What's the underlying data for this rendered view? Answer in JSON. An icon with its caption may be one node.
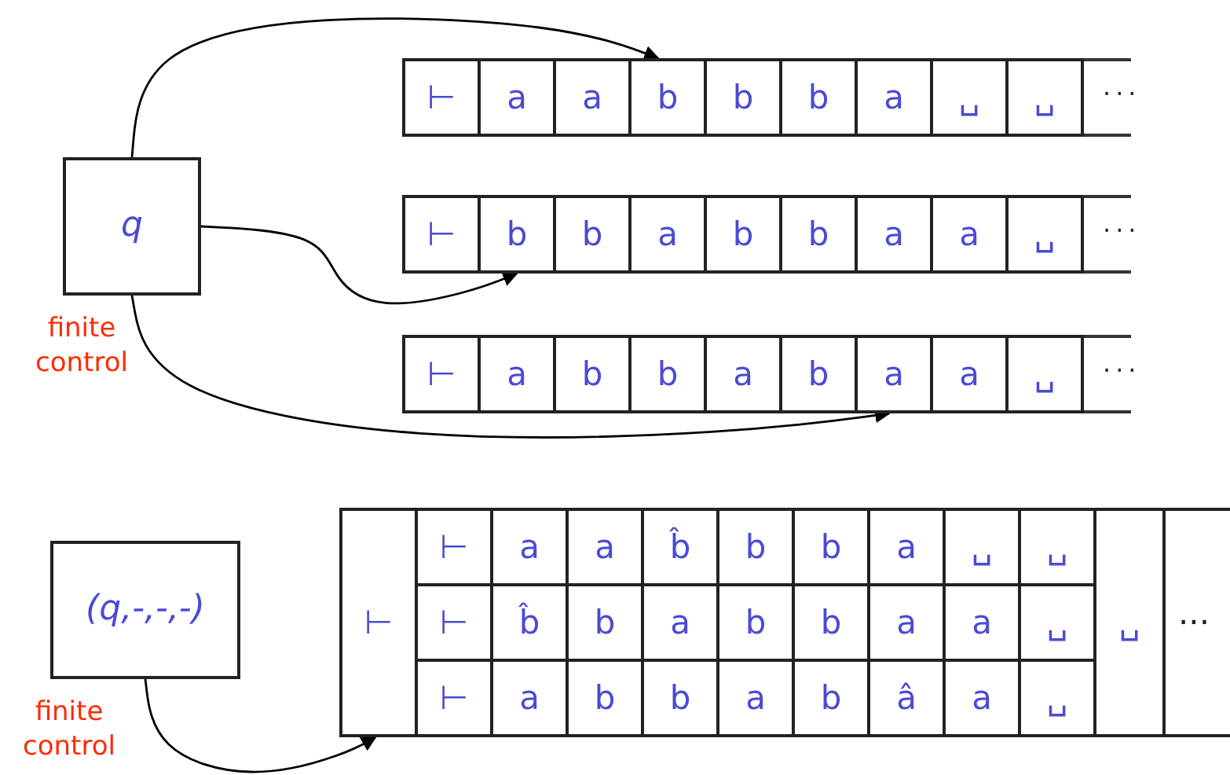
{
  "diagram": {
    "nodes": [
      {
        "text": [
          "q"
        ],
        "beside": [
          "finite control"
        ]
      },
      {
        "text": [
          "⊢"
        ]
      },
      {
        "text": [
          "a"
        ]
      },
      {
        "text": [
          "a"
        ]
      },
      {
        "text": [
          "b"
        ]
      },
      {
        "text": [
          "b"
        ]
      },
      {
        "text": [
          "b"
        ]
      },
      {
        "text": [
          "a"
        ]
      },
      {
        "text": [
          "␣"
        ]
      },
      {
        "text": [
          "␣"
        ]
      },
      {
        "text": [
          "⊢"
        ]
      },
      {
        "text": [
          "b"
        ]
      },
      {
        "text": [
          "b"
        ]
      },
      {
        "text": [
          "a"
        ]
      },
      {
        "text": [
          "b"
        ]
      },
      {
        "text": [
          "b"
        ]
      },
      {
        "text": [
          "a"
        ]
      },
      {
        "text": [
          "a"
        ]
      },
      {
        "text": [
          "␣"
        ]
      },
      {
        "text": [
          "⊢"
        ]
      },
      {
        "text": [
          "a"
        ]
      },
      {
        "text": [
          "b"
        ]
      },
      {
        "text": [
          "b"
        ]
      },
      {
        "text": [
          "a"
        ]
      },
      {
        "text": [
          "b"
        ]
      },
      {
        "text": [
          "a"
        ]
      },
      {
        "text": [
          "a"
        ]
      },
      {
        "text": [
          "␣"
        ]
      },
      {
        "text": [
          "(q,-,-,-)"
        ],
        "beside": [
          "finite control"
        ]
      },
      {
        "text": [
          "⊢"
        ]
      },
      {
        "text": [
          "⊢"
        ]
      },
      {
        "text": [
          "a"
        ]
      },
      {
        "text": [
          "a"
        ]
      },
      {
        "text": [
          "b̂"
        ]
      },
      {
        "text": [
          "b"
        ]
      },
      {
        "text": [
          "b"
        ]
      },
      {
        "text": [
          "a"
        ]
      },
      {
        "text": [
          "␣"
        ]
      },
      {
        "text": [
          "␣"
        ]
      },
      {
        "text": [
          "⊢"
        ]
      },
      {
        "text": [
          "b̂"
        ]
      },
      {
        "text": [
          "b"
        ]
      },
      {
        "text": [
          "a"
        ]
      },
      {
        "text": [
          "b"
        ]
      },
      {
        "text": [
          "b"
        ]
      },
      {
        "text": [
          "a"
        ]
      },
      {
        "text": [
          "a"
        ]
      },
      {
        "text": [
          "␣"
        ]
      },
      {
        "text": [
          "⊢"
        ]
      },
      {
        "text": [
          "a"
        ]
      },
      {
        "text": [
          "b"
        ]
      },
      {
        "text": [
          "b"
        ]
      },
      {
        "text": [
          "a"
        ]
      },
      {
        "text": [
          "b"
        ]
      },
      {
        "text": [
          "â"
        ]
      },
      {
        "text": [
          "a"
        ]
      },
      {
        "text": [
          "␣"
        ]
      },
      {
        "text": [
          "␣"
        ]
      },
      {
        "text": [
          "···"
        ]
      }
    ],
    "edges": [
      {
        "from": 0,
        "to": 4,
        "arrow": "to"
      },
      {
        "from": 0,
        "to": 11,
        "arrow": "to"
      },
      {
        "from": 0,
        "to": 25,
        "arrow": "to"
      },
      {
        "from": 28,
        "to": 29,
        "arrow": "to"
      }
    ],
    "labels": [
      "···",
      "···",
      "···"
    ]
  }
}
